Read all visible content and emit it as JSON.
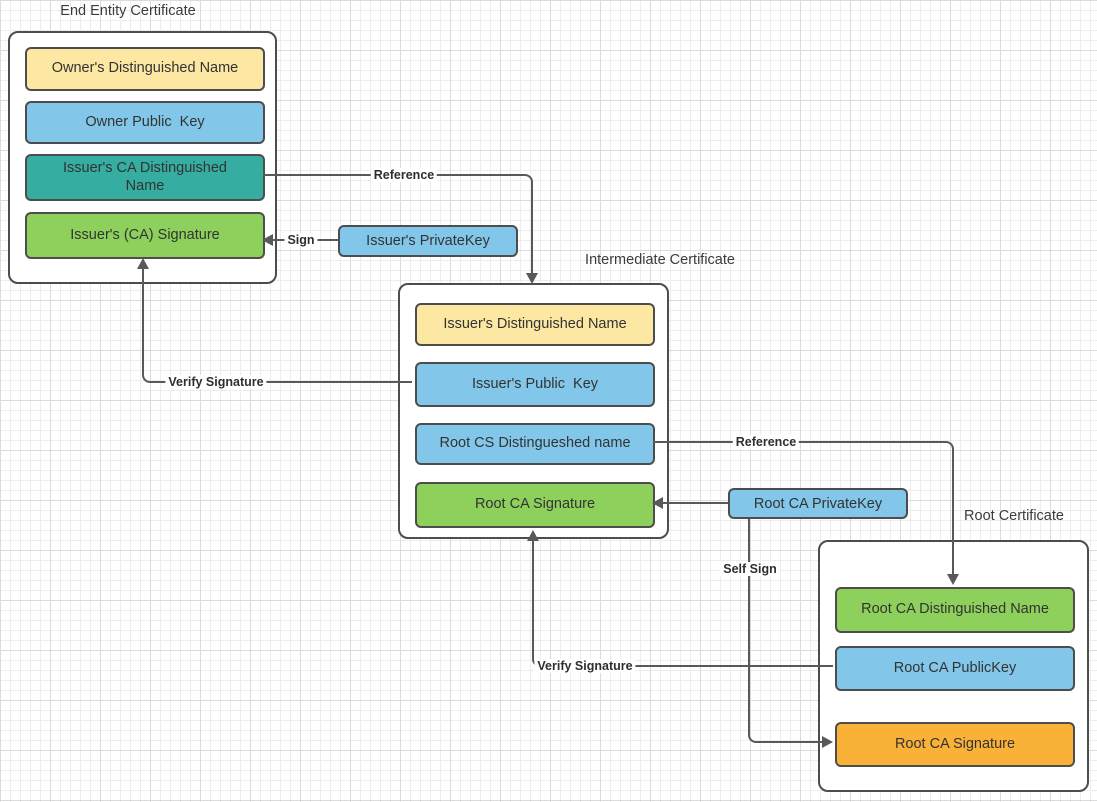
{
  "colors": {
    "yellow": "#FCE7A3",
    "blue": "#82C7E9",
    "teal": "#35ADA0",
    "green": "#8DD05C",
    "orange": "#F9B237",
    "box_border": "#4D4D4D",
    "connector": "#595959",
    "text": "#333333"
  },
  "certificates": {
    "end_entity": {
      "title": "End Entity Certificate",
      "fields": {
        "owner_dn": "Owner's Distinguished Name",
        "owner_public_key": "Owner Public  Key",
        "issuer_ca_dn": "Issuer's CA Distinguished Name",
        "issuer_ca_signature": "Issuer's (CA) Signature"
      }
    },
    "intermediate": {
      "title": "Intermediate Certificate",
      "fields": {
        "issuer_dn": "Issuer's Distinguished Name",
        "issuer_public_key": "Issuer's Public  Key",
        "root_cs_dn": "Root CS Distingueshed name",
        "root_ca_signature": "Root CA Signature"
      }
    },
    "root": {
      "title": "Root Certificate",
      "fields": {
        "root_ca_dn": "Root CA Distinguished Name",
        "root_ca_public_key": "Root CA PublicKey",
        "root_ca_signature": "Root CA Signature"
      }
    }
  },
  "keys": {
    "issuer_private_key": "Issuer's PrivateKey",
    "root_ca_private_key": "Root CA PrivateKey"
  },
  "connector_labels": {
    "reference_to_intermediate": "Reference",
    "sign": "Sign",
    "verify_signature_end_entity": "Verify Signature",
    "reference_to_root": "Reference",
    "self_sign": "Self Sign",
    "verify_signature_intermediate": "Verify Signature"
  }
}
